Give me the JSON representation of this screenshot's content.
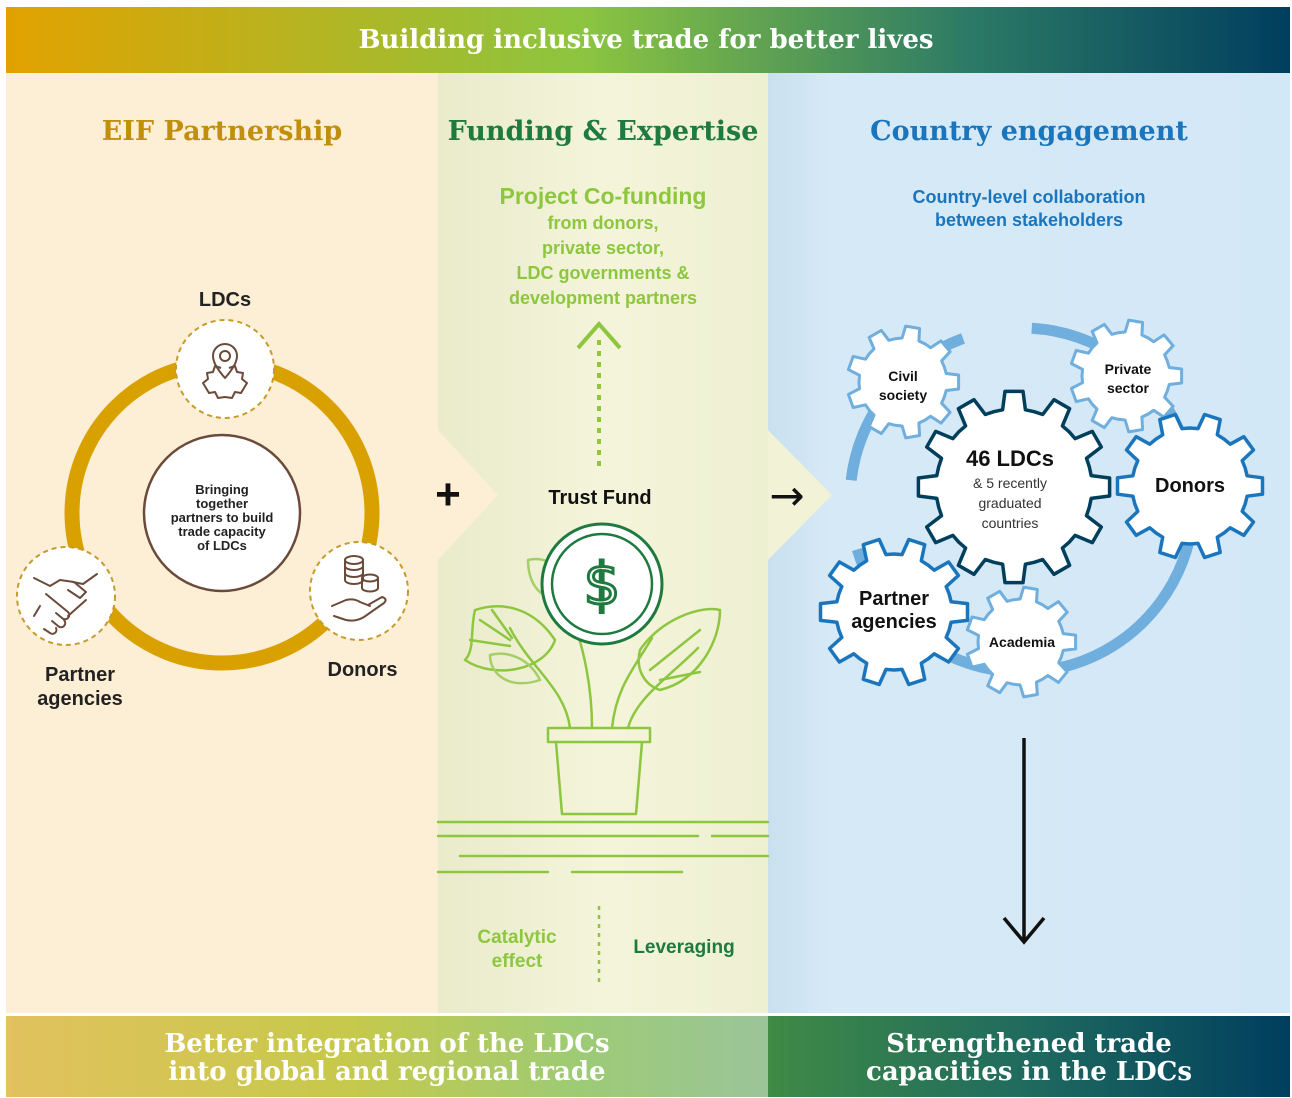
{
  "header": {
    "title": "Building inclusive trade for better lives"
  },
  "columns": {
    "partnership": {
      "title": "EIF Partnership",
      "center_text": "Bringing\ntogether\npartners to build\ntrade capacity\nof LDCs",
      "nodes": {
        "ldcs": "LDCs",
        "donors": "Donors",
        "partner_agencies": "Partner\nagencies"
      }
    },
    "funding": {
      "title": "Funding & Expertise",
      "cofunding_title": "Project Co-funding",
      "cofunding_detail": "from donors,\nprivate sector,\nLDC governments &\ndevelopment partners",
      "trust_fund": "Trust Fund",
      "catalytic": "Catalytic\neffect",
      "leveraging": "Leveraging"
    },
    "country": {
      "title": "Country engagement",
      "subtitle": "Country-level collaboration\nbetween stakeholders",
      "gears": {
        "center_title": "46 LDCs",
        "center_detail": "& 5 recently\ngraduated\ncountries",
        "civil_society": "Civil\nsociety",
        "private_sector": "Private\nsector",
        "donors": "Donors",
        "partner_agencies": "Partner\nagencies",
        "academia": "Academia"
      }
    }
  },
  "connectors": {
    "plus": "+",
    "arrow": "→"
  },
  "footer": {
    "left": "Better integration of the LDCs\ninto global and regional trade",
    "right": "Strengthened trade\ncapacities in the LDCs"
  },
  "colors": {
    "gold": "#D9A100",
    "dark_green": "#1E7A3E",
    "light_green": "#8DC63F",
    "blue": "#1B75BC",
    "navy": "#003F5C",
    "brown": "#6B4A3A"
  }
}
